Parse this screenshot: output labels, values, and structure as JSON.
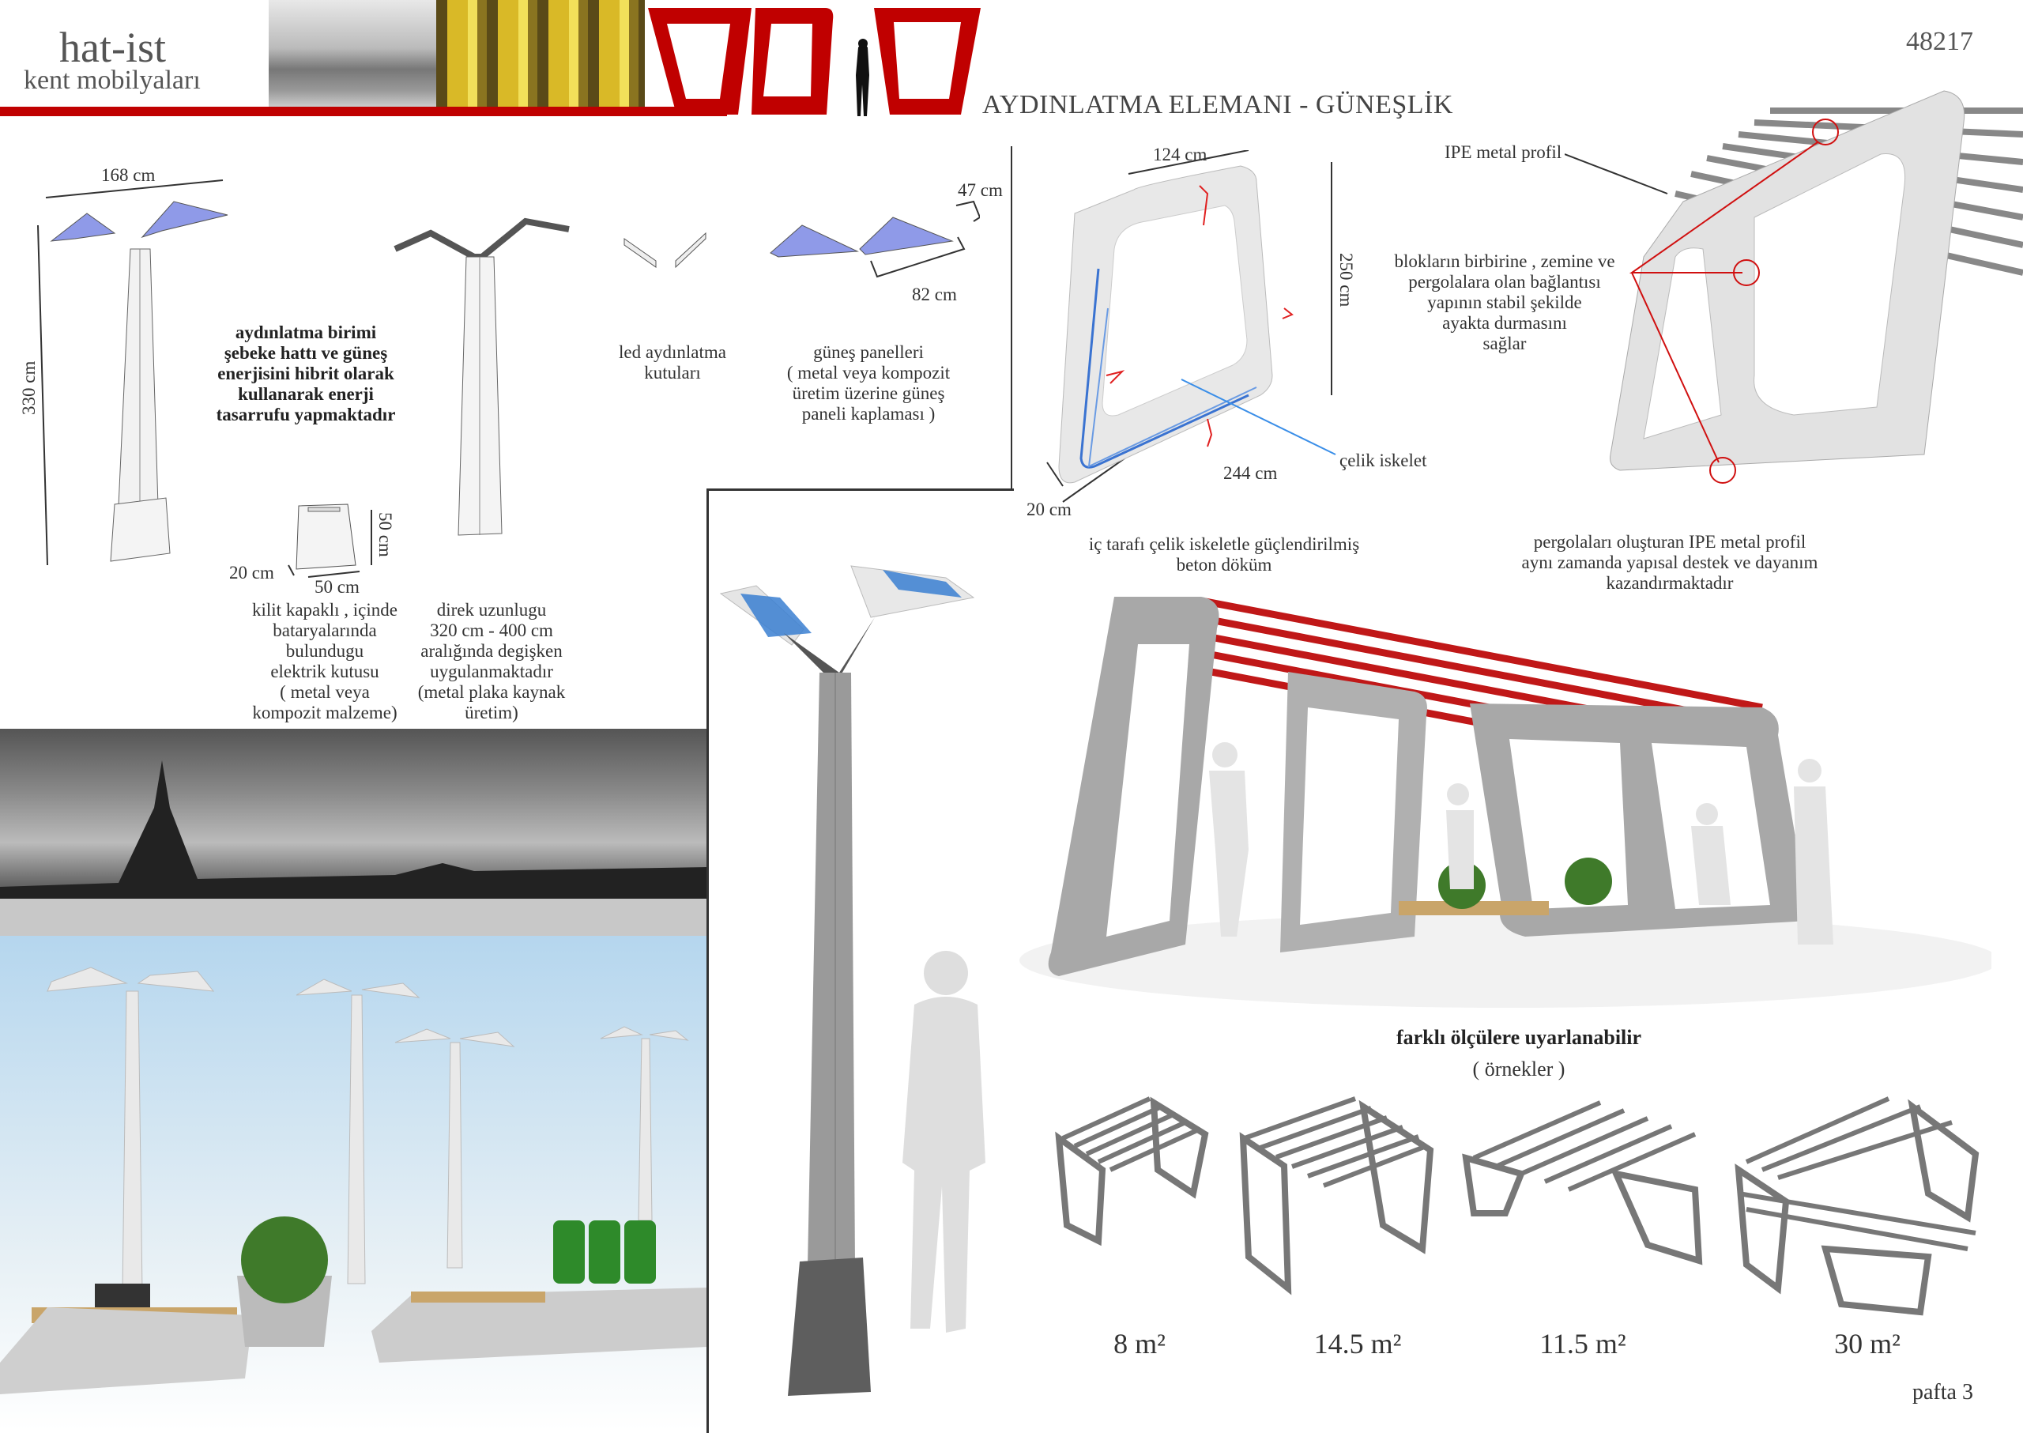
{
  "header": {
    "logo_title": "hat-ist",
    "logo_subtitle": "kent mobilyaları",
    "page_title": "AYDINLATMA ELEMANI - GÜNEŞLİK",
    "project_number": "48217",
    "accent_color": "#c00000"
  },
  "lamp_section": {
    "dim_width": "168 cm",
    "dim_height": "330 cm",
    "description": [
      "aydınlatma birimi",
      "şebeke hattı ve güneş",
      "enerjisini hibrit olarak",
      "kullanarak enerji",
      "tasarrufu yapmaktadır"
    ],
    "led_label": [
      "led aydınlatma",
      "kutuları"
    ],
    "panel_dim_depth": "47 cm",
    "panel_dim_length": "82 cm",
    "panel_label": [
      "güneş panelleri",
      "( metal veya kompozit",
      "üretim üzerine güneş",
      "paneli kaplaması )"
    ],
    "box_dim_depth": "20 cm",
    "box_dim_width": "50 cm",
    "box_dim_height": "50 cm",
    "box_label": [
      "kilit kapaklı , içinde",
      "bataryalarında",
      "bulundugu",
      "elektrik kutusu",
      "( metal veya",
      "kompozit malzeme)"
    ],
    "pole_label": [
      "direk uzunlugu",
      "320 cm - 400 cm",
      "aralığında degişken",
      "uygulanmaktadır",
      "(metal plaka kaynak",
      "üretim)"
    ]
  },
  "pergola_section": {
    "dim_top": "124 cm",
    "dim_height": "250 cm",
    "dim_depth": "20 cm",
    "dim_bottom": "244 cm",
    "steel_label": "çelik iskelet",
    "ipe_label": "IPE metal profil",
    "connection_label": [
      "blokların birbirine , zemine ve",
      "pergolalara olan bağlantısı",
      "yapının stabil şekilde",
      "ayakta durmasını",
      "sağlar"
    ],
    "frame_caption": [
      "iç tarafı çelik iskeletle güçlendirilmiş",
      "beton döküm"
    ],
    "ipe_caption": [
      "pergolaları oluşturan IPE metal profil",
      "aynı zamanda yapısal destek ve dayanım",
      "kazandırmaktadır"
    ]
  },
  "variants": {
    "title": "farklı ölçülere uyarlanabilir",
    "subtitle": "( örnekler )",
    "items": [
      {
        "area": "8 m²"
      },
      {
        "area": "14.5 m²"
      },
      {
        "area": "11.5 m²"
      },
      {
        "area": "30 m²"
      }
    ]
  },
  "footer": {
    "sheet_label": "pafta 3"
  }
}
